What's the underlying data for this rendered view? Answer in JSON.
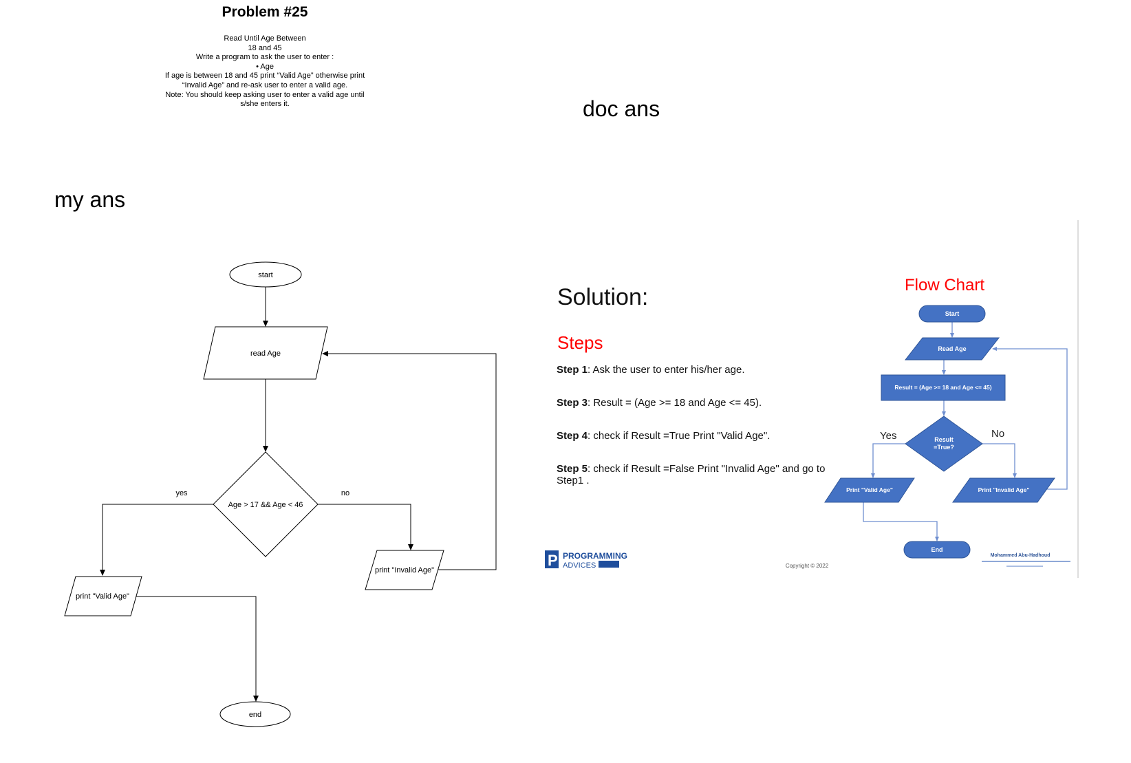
{
  "problem": {
    "title": "Problem #25",
    "lines": [
      "Read Until Age Between",
      "18 and 45",
      "Write a program to ask the user to enter :",
      "• Age",
      "If age is between 18 and 45 print “Valid Age” otherwise print",
      "“Invalid Age” and re-ask user to enter a valid age.",
      "Note: You should keep asking user to enter a valid age until",
      "s/she enters it."
    ]
  },
  "labels": {
    "doc_ans": "doc ans",
    "my_ans": "my ans"
  },
  "my_flowchart": {
    "start": "start",
    "read": "read Age",
    "decision": "Age > 17 && Age < 46",
    "yes": "yes",
    "no": "no",
    "print_valid": "print \"Valid Age\"",
    "print_invalid": "print \"Invalid Age\"",
    "end": "end"
  },
  "solution": {
    "title": "Solution:",
    "steps_heading": "Steps",
    "steps": [
      {
        "label": "Step 1",
        "text": ": Ask the user to enter his/her age."
      },
      {
        "label": "Step 3",
        "text": ": Result = (Age >= 18 and Age <= 45)."
      },
      {
        "label": "Step 4",
        "text": ": check if Result =True Print \"Valid Age\"."
      },
      {
        "label": "Step 5",
        "text": ": check if Result =False Print \"Invalid Age\" and go to"
      }
    ],
    "step5_cont": "Step1 .",
    "flow_title": "Flow Chart",
    "fc": {
      "start": "Start",
      "read": "Read Age",
      "process": "Result = (Age >= 18 and Age <= 45)",
      "decision_line1": "Result",
      "decision_line2": "=True?",
      "yes": "Yes",
      "no": "No",
      "print_valid": "Print \"Valid Age\"",
      "print_invalid": "Print \"Invalid Age\"",
      "end": "End"
    },
    "logo_line1": "PROGRAMMING",
    "logo_line2": "ADVICES",
    "copyright": "Copyright © 2022",
    "author": "Mohammed Abu-Hadhoud",
    "colors": {
      "red": "#ff0000",
      "shape_fill": "#4472c4",
      "shape_stroke": "#2f5597",
      "connector": "#6f8fd0",
      "logo": "#1f4e9c"
    }
  }
}
